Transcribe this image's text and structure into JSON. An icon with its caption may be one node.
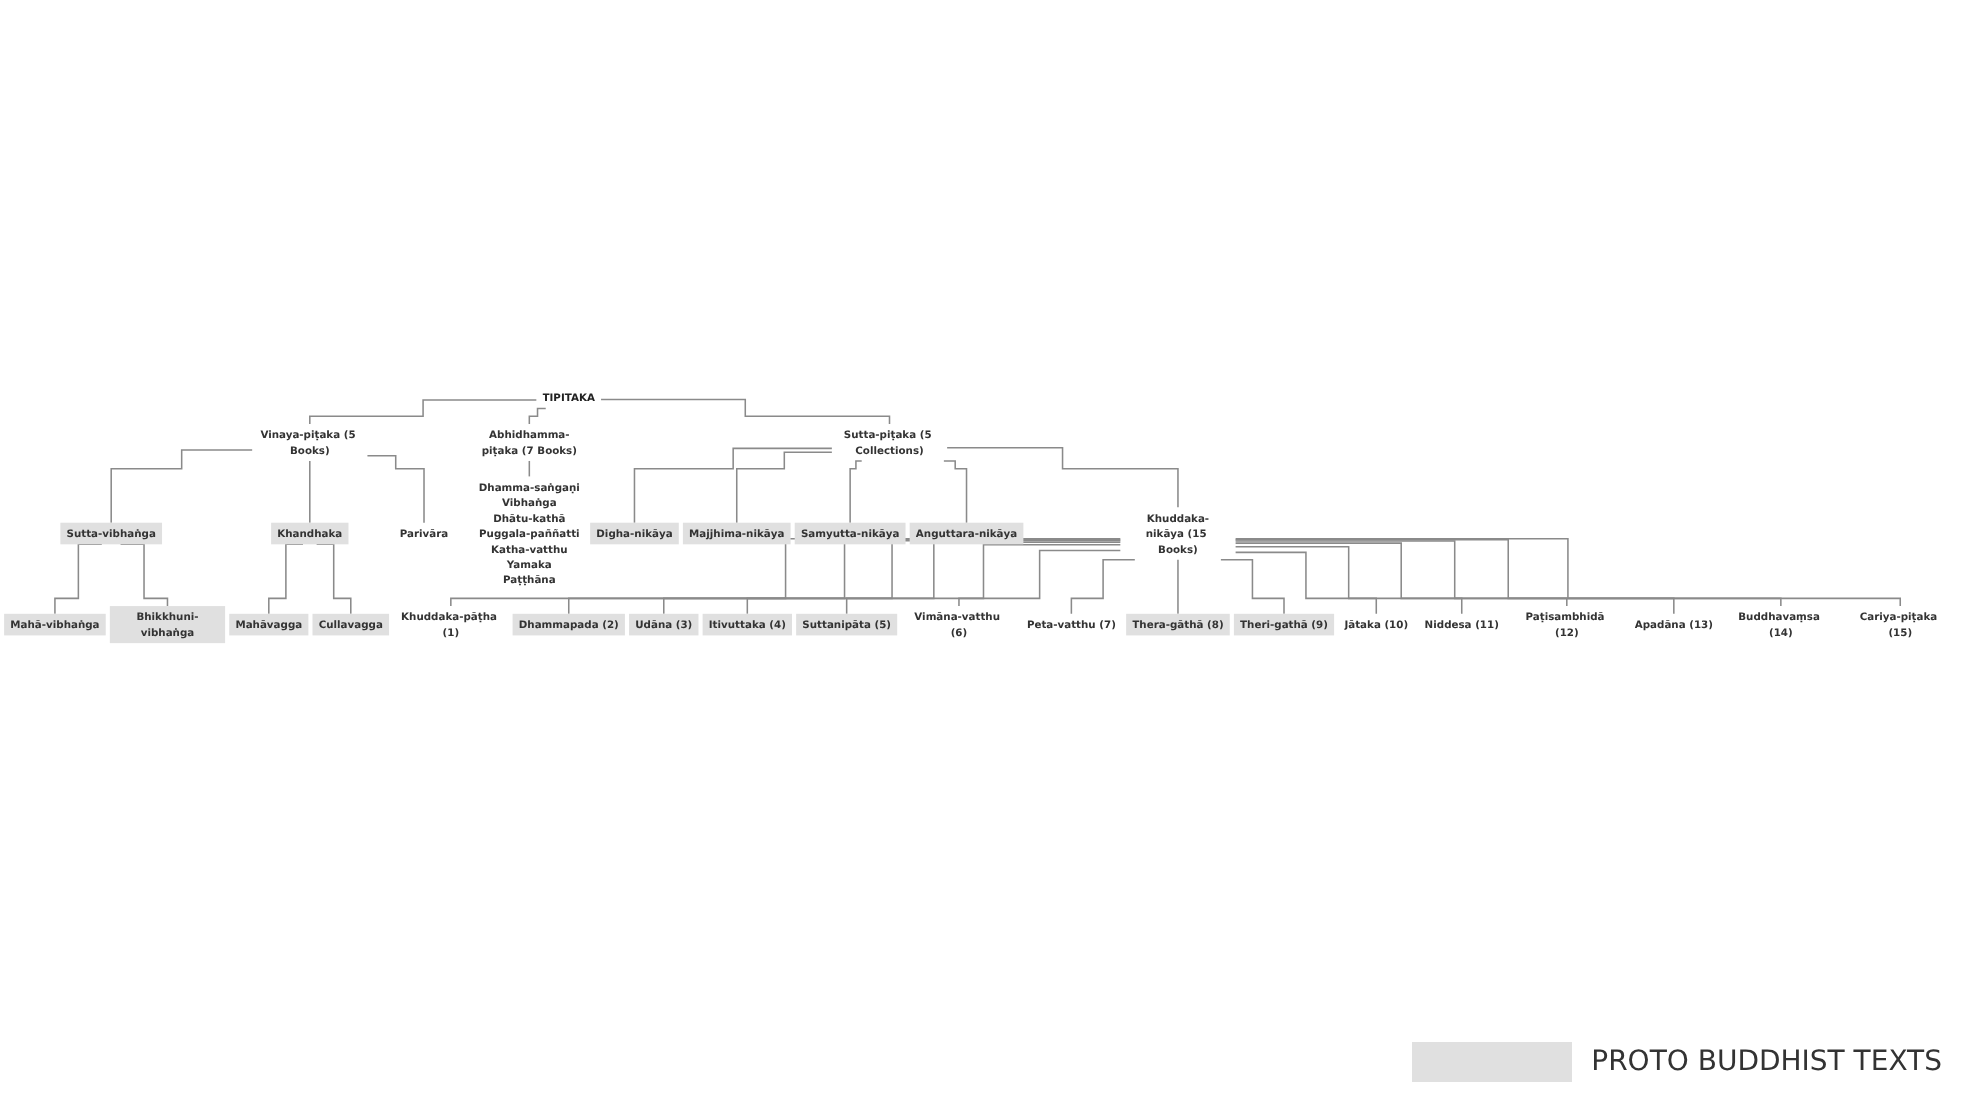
{
  "diagram": {
    "nodes": [
      {
        "text": [
          "TIPITAKA"
        ]
      },
      {
        "text": [
          "Vinaya-piṭaka (5 Books)"
        ]
      },
      {
        "text": [
          "Sutta-piṭaka (5 Collections)"
        ]
      },
      {
        "text": [
          "Abhidhamma-piṭaka (7 Books)"
        ]
      },
      {
        "text": [
          "Sutta-vibhaṅga"
        ]
      },
      {
        "text": [
          "Khandhaka"
        ]
      },
      {
        "text": [
          "Parivāra"
        ]
      },
      {
        "text": [
          "Mahāvagga"
        ]
      },
      {
        "text": [
          "Cullavagga"
        ]
      },
      {
        "text": [
          "Mahā-vibhaṅga"
        ]
      },
      {
        "text": [
          "Bhikkhuni-vibhaṅga"
        ]
      },
      {
        "text": [
          "Dhamma-saṅgaṇi",
          "Vibhaṅga",
          "Dhātu-kathā",
          "Puggala-paññatti",
          "Katha-vatthu",
          "Yamaka",
          "Paṭṭhāna"
        ]
      },
      {
        "text": [
          "Digha-nikāya"
        ]
      },
      {
        "text": [
          "Majjhima-nikāya"
        ]
      },
      {
        "text": [
          "Samyutta-nikāya"
        ]
      },
      {
        "text": [
          "Anguttara-nikāya"
        ]
      },
      {
        "text": [
          "Khuddaka-nikāya (15 Books)"
        ]
      },
      {
        "text": [
          "Khuddaka-pāṭha (1)"
        ]
      },
      {
        "text": [
          "Dhammapada (2)"
        ]
      },
      {
        "text": [
          "Udāna (3)"
        ]
      },
      {
        "text": [
          "Itivuttaka (4)"
        ]
      },
      {
        "text": [
          "Suttanipāta (5)"
        ]
      },
      {
        "text": [
          "Vimāna-vatthu (6)"
        ]
      },
      {
        "text": [
          "Peta-vatthu (7)"
        ]
      },
      {
        "text": [
          "Thera-gāthā (8)"
        ]
      },
      {
        "text": [
          "Theri-gathā (9)"
        ]
      },
      {
        "text": [
          "Jātaka (10)"
        ]
      },
      {
        "text": [
          "Niddesa (11)"
        ]
      },
      {
        "text": [
          "Paṭisambhidā (12)"
        ]
      },
      {
        "text": [
          "Apadāna (13)"
        ]
      },
      {
        "text": [
          "Buddhavaṃsa (14)"
        ]
      },
      {
        "text": [
          "Cariya-piṭaka (15)"
        ]
      }
    ],
    "edges": [
      {
        "from": 0,
        "to": 1,
        "arrow": "none"
      },
      {
        "from": 0,
        "to": 2,
        "arrow": "none"
      },
      {
        "from": 0,
        "to": 3,
        "arrow": "none"
      },
      {
        "from": 1,
        "to": 4,
        "arrow": "none"
      },
      {
        "from": 1,
        "to": 5,
        "arrow": "none"
      },
      {
        "from": 1,
        "to": 6,
        "arrow": "none"
      },
      {
        "from": 5,
        "to": 7,
        "arrow": "none"
      },
      {
        "from": 5,
        "to": 8,
        "arrow": "none"
      },
      {
        "from": 4,
        "to": 9,
        "arrow": "none"
      },
      {
        "from": 4,
        "to": 10,
        "arrow": "none"
      },
      {
        "from": 3,
        "to": 11,
        "arrow": "none"
      },
      {
        "from": 2,
        "to": 12,
        "arrow": "none"
      },
      {
        "from": 2,
        "to": 13,
        "arrow": "none"
      },
      {
        "from": 2,
        "to": 14,
        "arrow": "none"
      },
      {
        "from": 2,
        "to": 15,
        "arrow": "none"
      },
      {
        "from": 2,
        "to": 16,
        "arrow": "none"
      },
      {
        "from": 16,
        "to": 17,
        "arrow": "none"
      },
      {
        "from": 16,
        "to": 18,
        "arrow": "none"
      },
      {
        "from": 16,
        "to": 19,
        "arrow": "none"
      },
      {
        "from": 16,
        "to": 20,
        "arrow": "none"
      },
      {
        "from": 16,
        "to": 21,
        "arrow": "none"
      },
      {
        "from": 16,
        "to": 22,
        "arrow": "none"
      },
      {
        "from": 16,
        "to": 23,
        "arrow": "none"
      },
      {
        "from": 16,
        "to": 24,
        "arrow": "none"
      },
      {
        "from": 16,
        "to": 25,
        "arrow": "none"
      },
      {
        "from": 16,
        "to": 26,
        "arrow": "none"
      },
      {
        "from": 16,
        "to": 27,
        "arrow": "none"
      },
      {
        "from": 16,
        "to": 28,
        "arrow": "none"
      },
      {
        "from": 16,
        "to": 29,
        "arrow": "none"
      },
      {
        "from": 16,
        "to": 30,
        "arrow": "none"
      },
      {
        "from": 16,
        "to": 31,
        "arrow": "none"
      }
    ],
    "legend": [
      {
        "text": "PROTO BUDDHIST TEXTS",
        "color": "#e0e0e0"
      }
    ]
  }
}
